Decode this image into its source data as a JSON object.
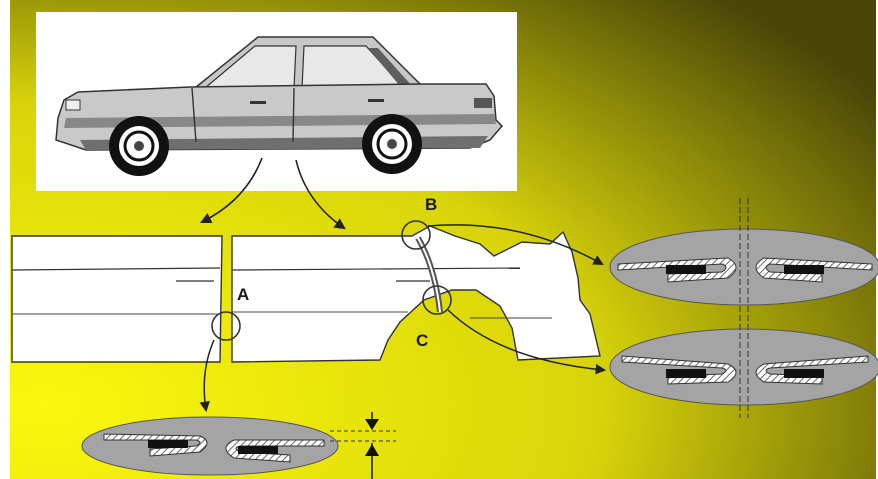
{
  "colors": {
    "background_bright": "#f4f10a",
    "background_dark": "#4a4608",
    "car_body": "#c9c9c9",
    "car_dark": "#6f6f6f",
    "panel_fill": "#ffffff",
    "ellipse_fill": "#a4a4a4",
    "hatch": "#6a6a6a",
    "arrow": "#222222"
  },
  "callouts": {
    "a": "A",
    "b": "B",
    "c": "C"
  },
  "icons": {
    "gap_arrows": "dimension-arrows-icon"
  }
}
